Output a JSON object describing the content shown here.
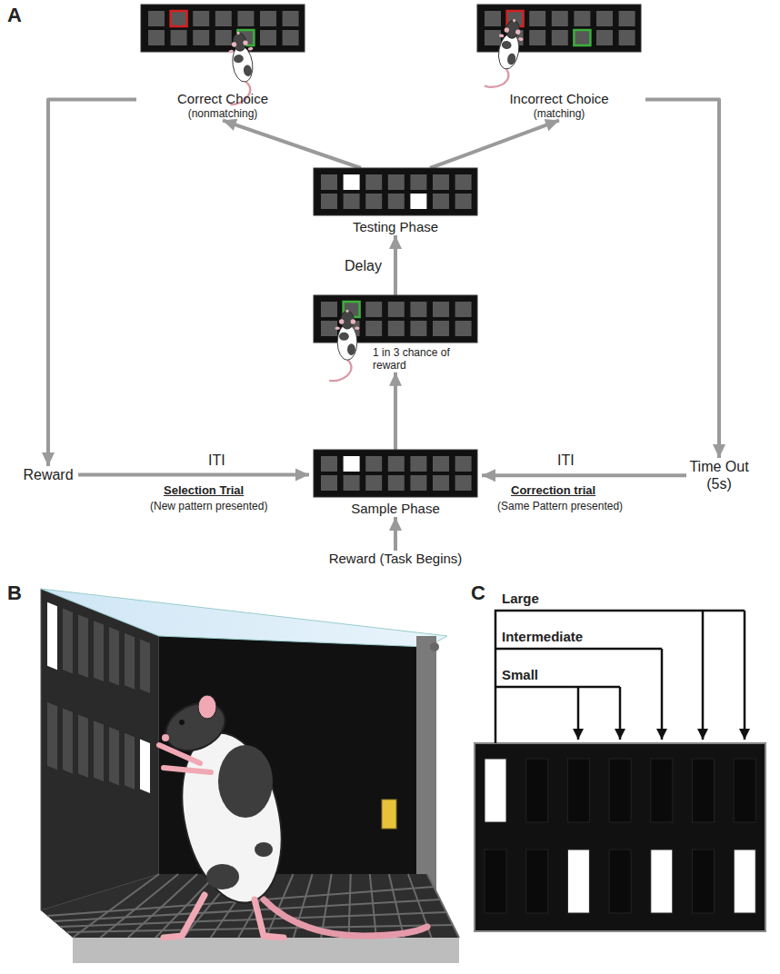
{
  "diagram": {
    "nodes": [
      {
        "text": [
          "Correct Choice",
          "(nonmatching)"
        ]
      },
      {
        "text": [
          "Incorrect Choice",
          "(matching)"
        ]
      },
      {
        "text": [
          "Testing Phase"
        ]
      },
      {
        "text": [
          "1 in 3 chance of reward"
        ]
      },
      {
        "text": [
          "Sample Phase"
        ]
      },
      {
        "text": [
          "Reward"
        ]
      },
      {
        "text": [
          "Time Out (5s)"
        ]
      },
      {
        "text": [
          "Reward (Task Begins)"
        ]
      }
    ],
    "edges": [
      {
        "from": 7,
        "to": 4,
        "arrow": "to"
      },
      {
        "from": 4,
        "to": 3,
        "arrow": "to"
      },
      {
        "from": 3,
        "to": 2,
        "arrow": "to",
        "label": "Delay"
      },
      {
        "from": 2,
        "to": 0,
        "arrow": "to"
      },
      {
        "from": 2,
        "to": 1,
        "arrow": "to"
      },
      {
        "from": 0,
        "to": 5,
        "arrow": "to"
      },
      {
        "from": 1,
        "to": 6,
        "arrow": "to"
      },
      {
        "from": 5,
        "to": 4,
        "arrow": "to",
        "label": "ITI"
      },
      {
        "from": 6,
        "to": 4,
        "arrow": "to",
        "label": "ITI"
      }
    ],
    "labels": [
      "A",
      "Selection Trial",
      "(New pattern presented)",
      "Correction trial",
      "(Same Pattern presented)",
      "B",
      "C",
      "Large",
      "Intermediate",
      "Small"
    ]
  }
}
